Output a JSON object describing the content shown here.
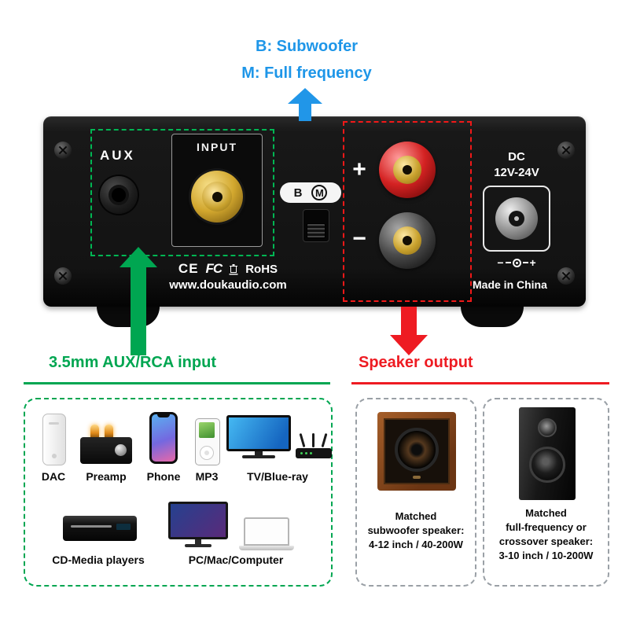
{
  "annotations": {
    "mode_line1": "B: Subwoofer",
    "mode_line2": "M: Full frequency",
    "input_callout": "3.5mm AUX/RCA input",
    "output_callout": "Speaker output"
  },
  "device": {
    "aux_label": "AUX",
    "input_label": "INPUT",
    "switch_b": "B",
    "switch_m": "M",
    "terminal_plus": "+",
    "terminal_minus": "−",
    "dc_line1": "DC",
    "dc_line2": "12V-24V",
    "polarity_minus": "−",
    "polarity_plus": "+",
    "cert_ce": "CE",
    "cert_fcc": "FC",
    "cert_rohs": "RoHS",
    "website": "www.doukaudio.com",
    "made_in": "Made in China"
  },
  "sources": {
    "row1": [
      {
        "label": "DAC"
      },
      {
        "label": "Preamp"
      },
      {
        "label": "Phone"
      },
      {
        "label": "MP3"
      },
      {
        "label": "TV/Blue-ray"
      }
    ],
    "row2": [
      {
        "label": "CD-Media players"
      },
      {
        "label": "PC/Mac/Computer"
      }
    ]
  },
  "speakers": [
    {
      "line1": "Matched",
      "line2": "subwoofer speaker:",
      "line3": "4-12 inch / 40-200W"
    },
    {
      "line1": "Matched",
      "line2": "full-frequency or",
      "line3": "crossover speaker:",
      "line4": "3-10 inch / 10-200W"
    }
  ],
  "colors": {
    "blue": "#2196E8",
    "green": "#00A651",
    "red": "#EE1B22",
    "gold": "#C9A227"
  }
}
